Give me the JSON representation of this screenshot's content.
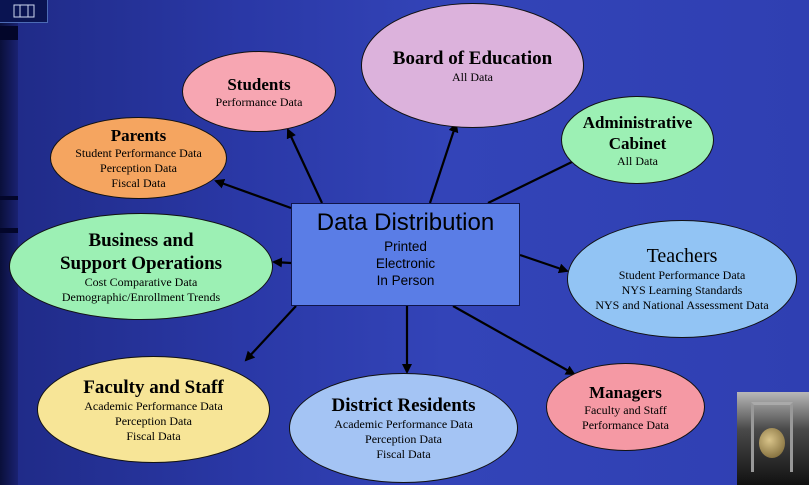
{
  "diagram": {
    "center": {
      "title": "Data Distribution",
      "lines": [
        "Printed",
        "Electronic",
        "In Person"
      ]
    },
    "nodes": {
      "students": {
        "title": "Students",
        "lines": [
          "Performance Data"
        ],
        "color": "#f7a6b2"
      },
      "board": {
        "title": "Board of Education",
        "lines": [
          "All Data"
        ],
        "color": "#dcb2dc"
      },
      "cabinet": {
        "title": "Administrative Cabinet",
        "title_lines": [
          "Administrative",
          "Cabinet"
        ],
        "lines": [
          "All  Data"
        ],
        "color": "#9cf0b4"
      },
      "parents": {
        "title": "Parents",
        "lines": [
          "Student Performance Data",
          "Perception Data",
          "Fiscal Data"
        ],
        "color": "#f5a560"
      },
      "business": {
        "title": "Business and Support Operations",
        "title_lines": [
          "Business and",
          "Support Operations"
        ],
        "lines": [
          "Cost Comparative Data",
          "Demographic/Enrollment Trends"
        ],
        "color": "#9cf0b4"
      },
      "teachers": {
        "title": "Teachers",
        "lines": [
          "Student Performance Data",
          "NYS Learning Standards",
          "NYS and National Assessment Data"
        ],
        "color": "#92c4f4"
      },
      "faculty": {
        "title": "Faculty and Staff",
        "lines": [
          "Academic Performance Data",
          "Perception Data",
          "Fiscal Data"
        ],
        "color": "#f7e597"
      },
      "residents": {
        "title": "District Residents",
        "lines": [
          "Academic Performance Data",
          "Perception Data",
          "Fiscal Data"
        ],
        "color": "#a4c4f4"
      },
      "managers": {
        "title": "Managers",
        "lines": [
          "Faculty and Staff",
          "Performance Data"
        ],
        "color": "#f599a4"
      }
    }
  }
}
